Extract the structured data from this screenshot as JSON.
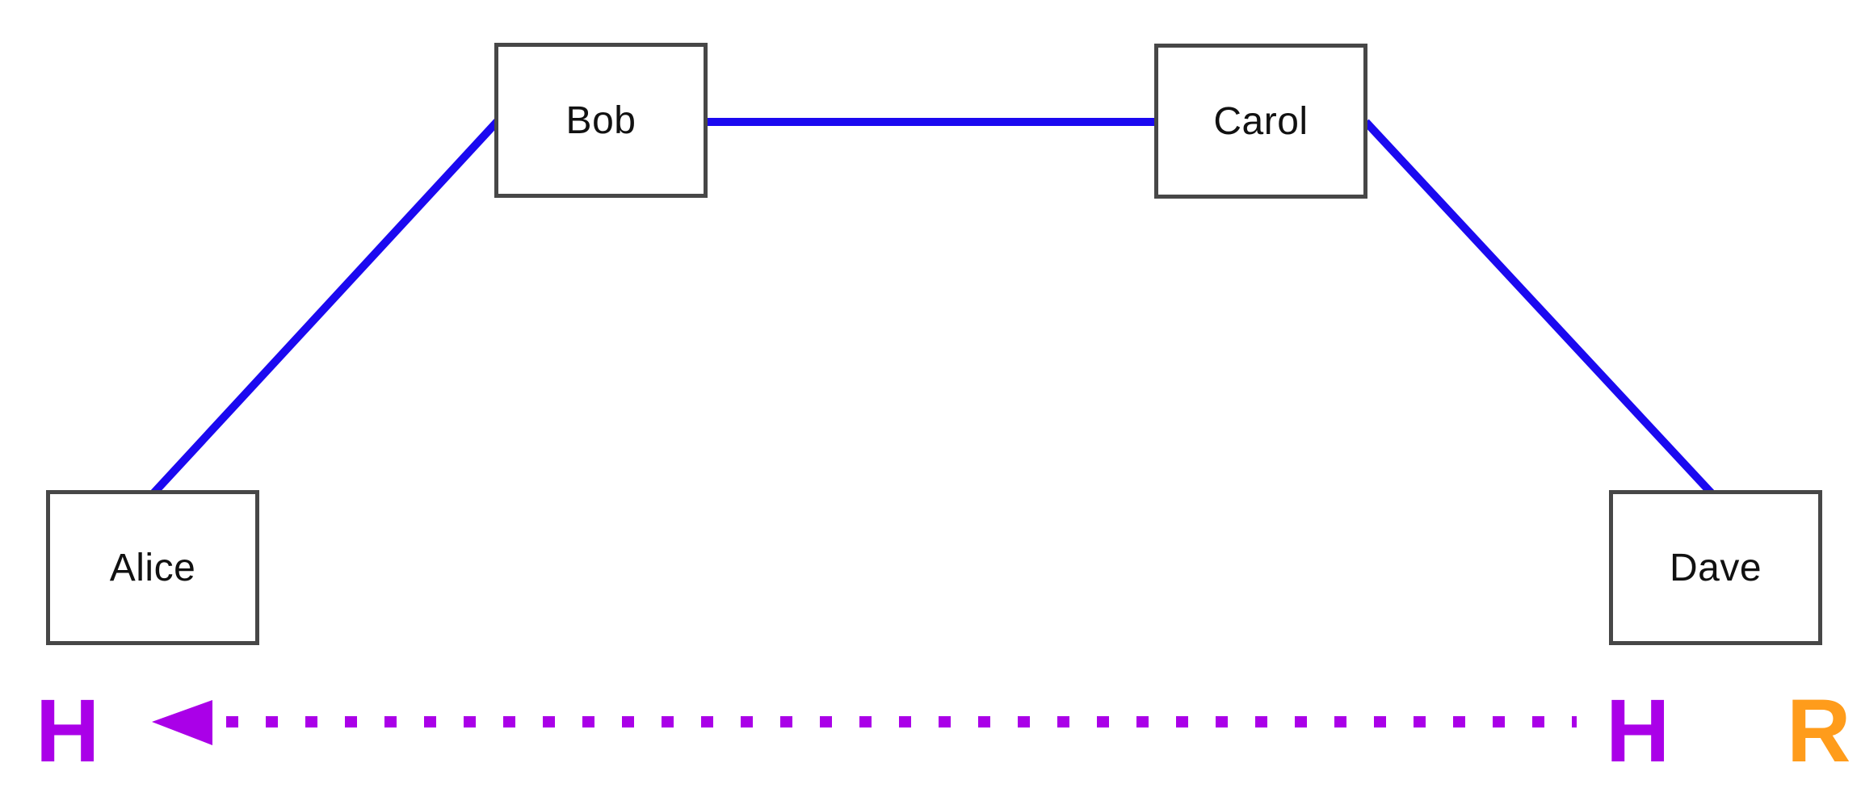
{
  "diagram": {
    "nodes": {
      "alice": {
        "label": "Alice"
      },
      "bob": {
        "label": "Bob"
      },
      "carol": {
        "label": "Carol"
      },
      "dave": {
        "label": "Dave"
      }
    },
    "edges": [
      {
        "from": "Alice",
        "to": "Bob",
        "style": "solid"
      },
      {
        "from": "Bob",
        "to": "Carol",
        "style": "solid"
      },
      {
        "from": "Carol",
        "to": "Dave",
        "style": "solid"
      }
    ],
    "annotation_arrow": {
      "left_label": "H",
      "right_label": "H",
      "far_right_label": "R",
      "line_style": "dotted",
      "points_direction": "left"
    },
    "colors": {
      "edge": "#1B09F0",
      "arrow": "#AA00E8",
      "far_right_label": "#FF9C1B",
      "node_border": "#474747",
      "node_text": "#111111",
      "background": "#FFFFFF"
    }
  }
}
